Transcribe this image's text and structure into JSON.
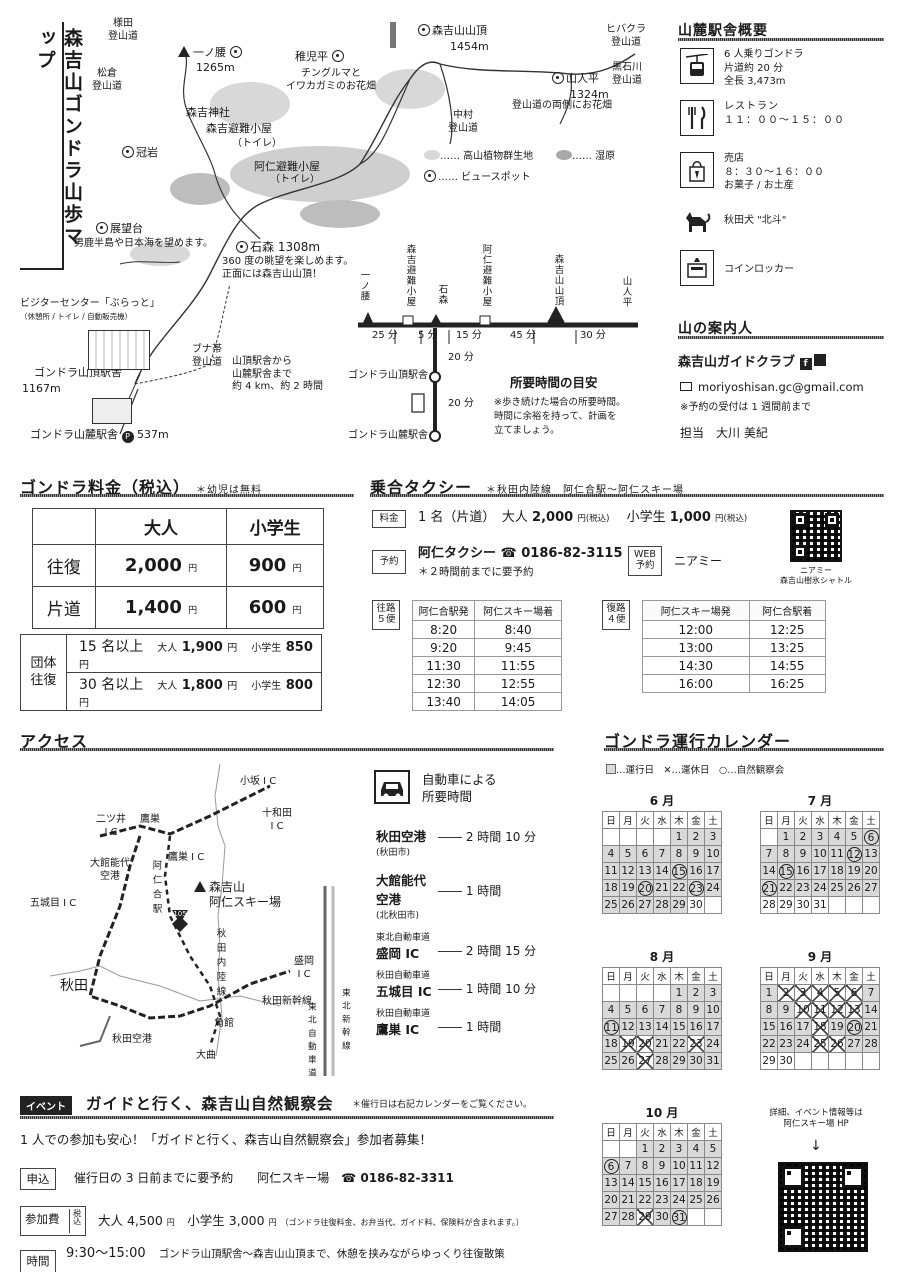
{
  "map_title": "森吉山ゴンドラ山歩マップ",
  "map": {
    "trail_hibakura": "様田\n登山道",
    "matsukura": "松倉\n登山道",
    "ichinokoshi": "一ノ腰",
    "ichinokoshi_alt": "1265m",
    "chigo": "稚児平",
    "chigo_note": "チングルマと\nイワカガミのお花畑",
    "summit": "森吉山山頂",
    "summit_alt": "1454m",
    "hibakura_trail": "ヒバクラ\n登山道",
    "kuroishi": "黒石川\n登山道",
    "yamahito": "山人平",
    "yamahito_alt": "1324m",
    "yamahito_note": "登山道の両側にお花畑",
    "nakata": "中村\n登山道",
    "shrine": "森吉神社",
    "hut1": "森吉避難小屋",
    "hut1_note": "（トイレ）",
    "kanmuri": "冠岩",
    "hut2": "阿仁避難小屋",
    "hut2_note": "（トイレ）",
    "legend_plants": "…… 高山植物群生地",
    "legend_marsh": "…… 湿原",
    "legend_view": "…… ビュースポット",
    "tenbo": "展望台",
    "tenbo_note": "男鹿半島や日本海を望めます。",
    "ishimori": "石森",
    "ishimori_alt": "1308m",
    "ishimori_note": "360 度の眺望を楽しめます。\n正面には森吉山山頂！",
    "visitor": "ビジターセンター「ぶらっと」",
    "visitor_note": "（休憩所 / トイレ / 自動販売機）",
    "buna": "ブナ帯\n登山道",
    "buna_note": "山頂駅舎から\n山麓駅舎まで\n約 4 km、約 2 時間",
    "top_station": "ゴンドラ山頂駅舎",
    "top_alt": "1167m",
    "bottom_station": "ゴンドラ山麓駅舎",
    "bottom_alt": "537m"
  },
  "profile": {
    "points": [
      "一ノ腰",
      "森吉避難小屋",
      "石森",
      "阿仁避難小屋",
      "森吉山山頂",
      "山人平"
    ],
    "times": [
      "25 分",
      "5 分",
      "15 分",
      "45 分",
      "30 分"
    ],
    "down_time1": "20 分",
    "down_time2": "20 分",
    "top_station": "ゴンドラ山頂駅舎",
    "bottom_station": "ゴンドラ山麓駅舎",
    "guide_title": "所要時間の目安",
    "guide_note": "※歩き続けた場合の所要時間。\n時間に余裕を持って、計画を\n立てましょう。"
  },
  "facilities": {
    "title": "山麓駅舎概要",
    "items": [
      {
        "icon": "gondola-icon",
        "text": "6 人乗りゴンドラ\n片道約 20 分\n全長 3,473m"
      },
      {
        "icon": "cutlery-icon",
        "text": "レストラン\n１１：００～１５：００"
      },
      {
        "icon": "shop-icon",
        "text": "売店\n８：３０～１６：００\nお菓子 / お土産"
      },
      {
        "icon": "dog-icon",
        "text": "秋田犬 \"北斗\""
      },
      {
        "icon": "locker-icon",
        "text": "コインロッカー"
      }
    ]
  },
  "guide_club": {
    "title": "山の案内人",
    "name": "森吉山ガイドクラブ",
    "email": "moriyoshisan.gc@gmail.com",
    "note": "※予約の受付は 1 週間前まで",
    "contact": "担当　大川 美紀"
  },
  "fare": {
    "title": "ゴンドラ料金（税込）",
    "note": "＊幼児は無料",
    "col_adult": "大人",
    "col_child": "小学生",
    "rows": [
      {
        "label": "往復",
        "adult": "2,000",
        "child": "900"
      },
      {
        "label": "片道",
        "adult": "1,400",
        "child": "600"
      }
    ],
    "yen": "円",
    "group_label": "団体\n往復",
    "group": [
      {
        "size": "15 名以上",
        "adult_l": "大人",
        "adult": "1,900",
        "child_l": "小学生",
        "child": "850"
      },
      {
        "size": "30 名以上",
        "adult_l": "大人",
        "adult": "1,800",
        "child_l": "小学生",
        "child": "800"
      }
    ]
  },
  "taxi": {
    "title": "乗合タクシー",
    "route_note": "＊秋田内陸線　阿仁合駅～阿仁スキー場",
    "fare_label": "料金",
    "fare_text": "1 名（片道）　大人",
    "fare_adult": "2,000",
    "fare_child_label": "小学生",
    "fare_child": "1,000",
    "fare_unit": "円(税込)",
    "reserve_label": "予約",
    "reserve_company": "阿仁タクシー",
    "reserve_tel": "☎ 0186-82-3115",
    "reserve_note": "＊２時間前までに要予約",
    "web_label": "WEB\n予約",
    "web_name": "ニアミー",
    "qr_caption": "ニアミー\n森吉山樹氷シャトル",
    "out_label": "往路\n５便",
    "out_from": "阿仁合駅発",
    "out_to": "阿仁スキー場着",
    "out_rows": [
      [
        "8:20",
        "8:40"
      ],
      [
        "9:20",
        "9:45"
      ],
      [
        "11:30",
        "11:55"
      ],
      [
        "12:30",
        "12:55"
      ],
      [
        "13:40",
        "14:05"
      ]
    ],
    "ret_label": "復路\n４便",
    "ret_from": "阿仁スキー場発",
    "ret_to": "阿仁合駅着",
    "ret_rows": [
      [
        "12:00",
        "12:25"
      ],
      [
        "13:00",
        "13:25"
      ],
      [
        "14:30",
        "14:55"
      ],
      [
        "16:00",
        "16:25"
      ]
    ]
  },
  "access": {
    "title": "アクセス",
    "map_labels": {
      "kosaka": "小坂 I C",
      "towada": "十和田\nI C",
      "futatsui": "二ツ井\nI C",
      "takanosu": "鷹巣",
      "takanosu_ic": "鷹巣 I C",
      "odate_airport": "大館能代\n空港",
      "aniai": "阿\n仁\n合\n駅",
      "moriyoshi": "森吉山\n阿仁スキー場",
      "gojome": "五城目 I C",
      "nairiku": "秋\n田\n内\n陸\n線",
      "morioka": "盛岡\nI C",
      "akita": "秋田",
      "shinkansen": "秋田新幹線",
      "kakunodate": "角館",
      "akita_airport": "秋田空港",
      "omagari": "大曲",
      "tohoku_exp": "東\n北\n自\n動\n車\n道",
      "tohoku_shin": "東\n北\n新\n幹\n線",
      "route105": "105"
    },
    "car_title": "自動車による\n所要時間",
    "routes": [
      {
        "pre": "",
        "place": "秋田空港",
        "sub": "(秋田市)",
        "time": "2 時間 10 分"
      },
      {
        "pre": "",
        "place": "大館能代\n空港",
        "sub": "(北秋田市)",
        "time": "1 時間"
      },
      {
        "pre": "東北自動車道",
        "place": "盛岡 IC",
        "sub": "",
        "time": "2 時間 15 分"
      },
      {
        "pre": "秋田自動車道",
        "place": "五城目 IC",
        "sub": "",
        "time": "1 時間 10 分"
      },
      {
        "pre": "秋田自動車道",
        "place": "鷹巣 IC",
        "sub": "",
        "time": "1 時間"
      }
    ]
  },
  "calendar": {
    "title": "ゴンドラ運行カレンダー",
    "legend": "…運行日　✕…運休日　○…自然観察会",
    "weekdays": [
      "日",
      "月",
      "火",
      "水",
      "木",
      "金",
      "土"
    ],
    "months": [
      {
        "name": "6 月",
        "start": 4,
        "days": 30,
        "circle": [
          15,
          20,
          23
        ],
        "x": [],
        "gray_upto": 29
      },
      {
        "name": "7 月",
        "start": 1,
        "days": 31,
        "circle": [
          6,
          12,
          15,
          21
        ],
        "x": [],
        "gray_upto": 27
      },
      {
        "name": "8 月",
        "start": 4,
        "days": 31,
        "circle": [
          11
        ],
        "x": [
          19,
          20,
          23,
          27
        ],
        "gray_upto": 31
      },
      {
        "name": "9 月",
        "start": 0,
        "days": 30,
        "circle": [
          20
        ],
        "x": [
          2,
          3,
          4,
          5,
          6,
          10,
          11,
          12,
          13,
          18,
          25,
          26
        ],
        "gray_upto": 28
      },
      {
        "name": "10 月",
        "start": 2,
        "days": 31,
        "circle": [
          6,
          31
        ],
        "x": [
          29
        ],
        "gray_upto": 31
      }
    ],
    "hp_note": "詳細、イベント情報等は\n阿仁スキー場 HP",
    "arrow": "↓"
  },
  "event": {
    "tag": "イベント",
    "title": "ガイドと行く、森吉山自然観察会",
    "note": "＊催行日は右記カレンダーをご覧ください。",
    "headline": "1 人での参加も安心！「ガイドと行く、森吉山自然観察会」参加者募集！",
    "apply_label": "申込",
    "apply_text": "催行日の 3 日前までに要予約　　阿仁スキー場",
    "apply_tel": "☎ 0186-82-3311",
    "fee_label": "参加費",
    "fee_tax": "税込",
    "fee_adult_l": "大人",
    "fee_adult": "4,500",
    "fee_child_l": "小学生",
    "fee_child": "3,000",
    "fee_note": "（ゴンドラ往復料金、お弁当代、ガイド料、保険料が含まれます。）",
    "time_label": "時間",
    "time_text": "9:30～15:00",
    "time_note": "ゴンドラ山頂駅舎～森吉山山頂まで、休憩を挟みながらゆっくり往復散策"
  }
}
